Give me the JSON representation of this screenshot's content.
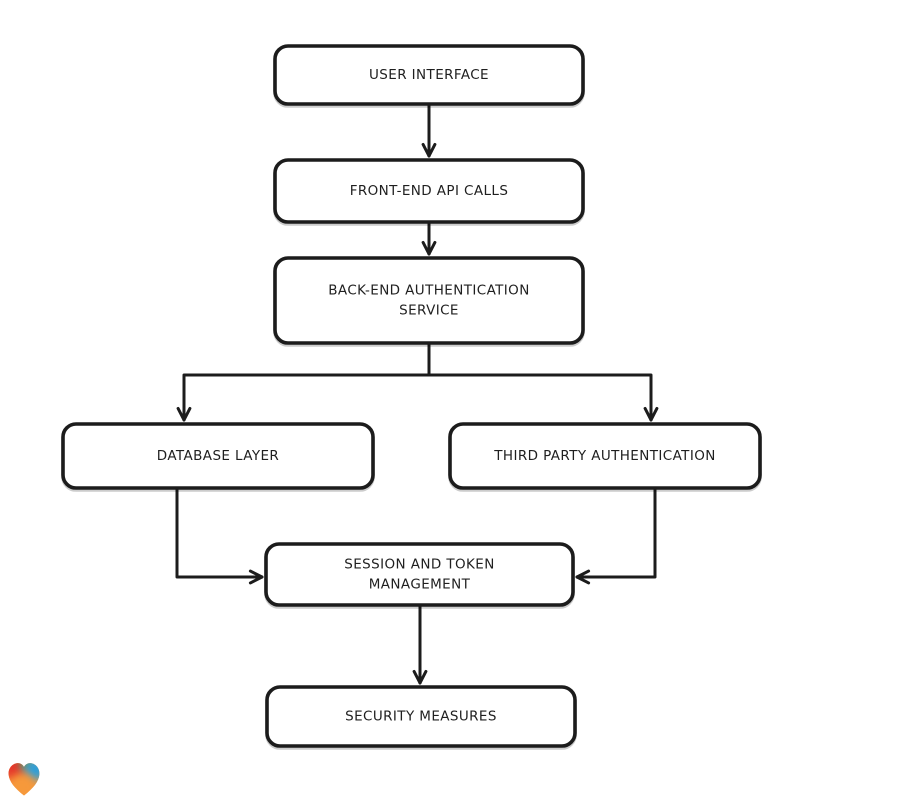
{
  "canvas": {
    "background": "#ffffff"
  },
  "diagram": {
    "type": "flowchart",
    "direction": "top-down",
    "stroke_color": "#1c1c1c",
    "node_fill": "#ffffff",
    "nodes": [
      {
        "id": "user-interface",
        "label": "USER INTERFACE",
        "lines": [
          "USER INTERFACE"
        ]
      },
      {
        "id": "front-end-api-calls",
        "label": "FRONT-END API CALLS",
        "lines": [
          "FRONT-END API CALLS"
        ]
      },
      {
        "id": "back-end-authentication-service",
        "label": "BACK-END AUTHENTICATION SERVICE",
        "lines": [
          "BACK-END AUTHENTICATION",
          "SERVICE"
        ]
      },
      {
        "id": "database-layer",
        "label": "DATABASE LAYER",
        "lines": [
          "DATABASE LAYER"
        ]
      },
      {
        "id": "third-party-authentication",
        "label": "THIRD PARTY AUTHENTICATION",
        "lines": [
          "THIRD PARTY AUTHENTICATION"
        ]
      },
      {
        "id": "session-and-token-management",
        "label": "SESSION AND TOKEN MANAGEMENT",
        "lines": [
          "SESSION AND TOKEN",
          "MANAGEMENT"
        ]
      },
      {
        "id": "security-measures",
        "label": "SECURITY MEASURES",
        "lines": [
          "SECURITY MEASURES"
        ]
      }
    ],
    "edges": [
      {
        "from": "user-interface",
        "to": "front-end-api-calls"
      },
      {
        "from": "front-end-api-calls",
        "to": "back-end-authentication-service"
      },
      {
        "from": "back-end-authentication-service",
        "to": "database-layer"
      },
      {
        "from": "back-end-authentication-service",
        "to": "third-party-authentication"
      },
      {
        "from": "database-layer",
        "to": "session-and-token-management"
      },
      {
        "from": "third-party-authentication",
        "to": "session-and-token-management"
      },
      {
        "from": "session-and-token-management",
        "to": "security-measures"
      }
    ]
  },
  "logo": {
    "shape": "heart",
    "colors": {
      "red": "#e5342c",
      "green": "#46ab5e",
      "teal": "#2a9fdc",
      "orange": "#f6993b"
    }
  }
}
